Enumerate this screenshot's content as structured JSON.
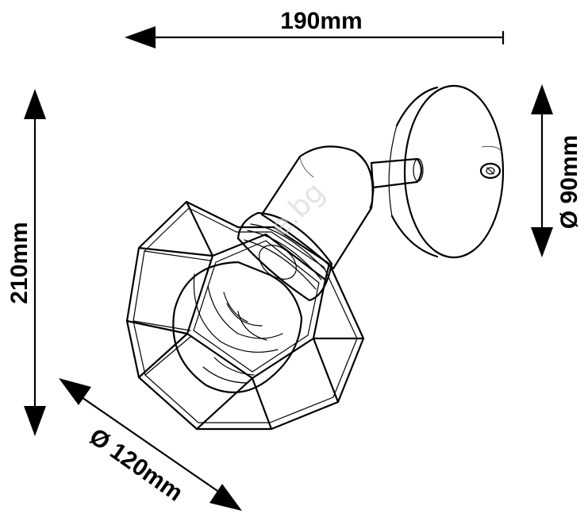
{
  "dimensions": {
    "width_label": "190mm",
    "height_label": "210mm",
    "base_diameter_label": "Ø 90mm",
    "shade_diameter_label": "Ø 120mm"
  },
  "watermark": "e.bg",
  "colors": {
    "ink": "#000000",
    "background": "#ffffff"
  }
}
